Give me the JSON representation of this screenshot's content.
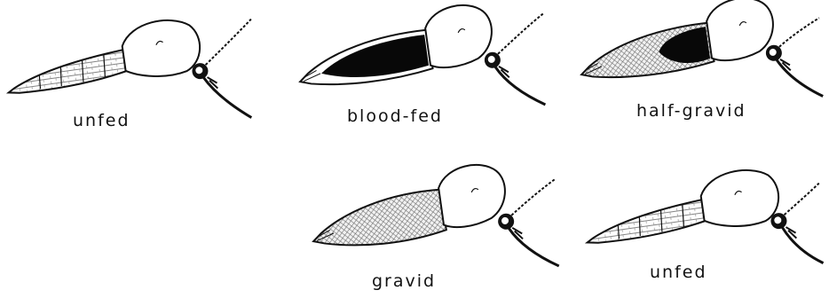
{
  "colors": {
    "ink": "#111111",
    "paper": "#ffffff",
    "blood_fill": "#080808",
    "hatch": "#555555"
  },
  "stages": [
    {
      "label": "unfed",
      "abdomen_fill": "striped"
    },
    {
      "label": "blood-fed",
      "abdomen_fill": "blood"
    },
    {
      "label": "half-gravid",
      "abdomen_fill": "half-gravid"
    },
    {
      "label": "gravid",
      "abdomen_fill": "eggs"
    },
    {
      "label": "unfed",
      "abdomen_fill": "striped"
    }
  ]
}
